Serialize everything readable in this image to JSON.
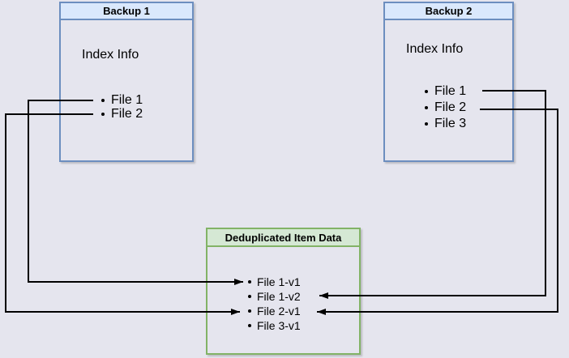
{
  "diagram": {
    "type": "backup-deduplication-diagram",
    "background_color": "#e5e5ee",
    "connector_color": "#000000"
  },
  "backup1": {
    "title": "Backup 1",
    "subtitle": "Index Info",
    "files": [
      "File 1",
      "File 2"
    ],
    "colors": {
      "title_fill": "#dae8fc",
      "border": "#6c8ebf"
    }
  },
  "backup2": {
    "title": "Backup 2",
    "subtitle": "Index Info",
    "files": [
      "File 1",
      "File 2",
      "File 3"
    ],
    "colors": {
      "title_fill": "#dae8fc",
      "border": "#6c8ebf"
    }
  },
  "dedup": {
    "title": "Deduplicated Item Data",
    "items": [
      "File 1-v1",
      "File 1-v2",
      "File 2-v1",
      "File 3-v1"
    ],
    "colors": {
      "title_fill": "#d5e8d4",
      "border": "#82b366"
    }
  },
  "connections": [
    {
      "from": "Backup 1 / File 1",
      "to": "Deduplicated Item Data / File 1-v1"
    },
    {
      "from": "Backup 1 / File 2",
      "to": "Deduplicated Item Data / File 2-v1"
    },
    {
      "from": "Backup 2 / File 1",
      "to": "Deduplicated Item Data / File 1-v2"
    },
    {
      "from": "Backup 2 / File 2",
      "to": "Deduplicated Item Data / File 2-v1"
    }
  ]
}
